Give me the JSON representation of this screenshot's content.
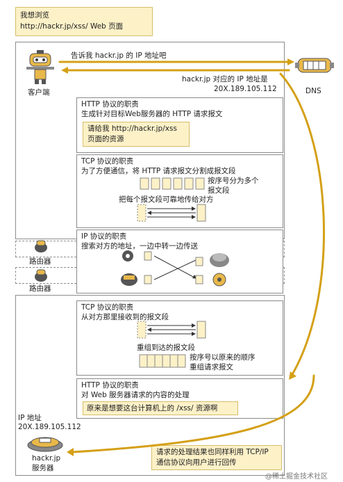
{
  "callout": {
    "line1": "我想浏览",
    "line2": "http://hackr.jp/xss/ Web 页面"
  },
  "client": {
    "label": "客户端",
    "dns_request": "告诉我 hackr.jp 的 IP 地址吧",
    "dns_response_line1": "hackr.jp 对应的 IP 地址是",
    "dns_response_line2": "20X.189.105.112"
  },
  "dns": {
    "label": "DNS"
  },
  "http_send": {
    "title": "HTTP 协议的职责",
    "desc": "生成针对目标Web服务器的 HTTP 请求报文",
    "request_line1": "请给我 http://hackr.jp/xss",
    "request_line2": "页面的资源"
  },
  "tcp_send": {
    "title": "TCP 协议的职责",
    "desc": "为了方便通信，将 HTTP 请求报文分割成报文段",
    "note_line1": "按序号分为多个",
    "note_line2": "报文段",
    "note2": "把每个报文段可靠地传给对方"
  },
  "ip": {
    "title": "IP 协议的职责",
    "desc": "搜索对方的地址，一边中转一边传送"
  },
  "routers": [
    {
      "label": "路由器"
    },
    {
      "label": "路由器"
    }
  ],
  "tcp_recv": {
    "title": "TCP 协议的职责",
    "desc": "从对方那里接收到的报文段",
    "note": "重组到达的报文段",
    "note2_line1": "按序号以原来的顺序",
    "note2_line2": "重组请求报文"
  },
  "http_recv": {
    "title": "HTTP 协议的职责",
    "desc": "对 Web 服务器请求的内容的处理",
    "result": "原来是想要这台计算机上的 /xss/ 资源啊"
  },
  "server": {
    "ip_label": "IP 地址",
    "ip_value": "20X.189.105.112",
    "name_line1": "hackr.jp",
    "name_line2": "服务器"
  },
  "footer_note": {
    "line1": "请求的处理结果也同样利用 TCP/IP",
    "line2": "通信协议向用户进行回传"
  },
  "watermark": "@稀土掘金技术社区",
  "colors": {
    "flow_arrow": "#d4a017",
    "note_bg": "#fdf1c8",
    "panel_border": "#8a8a8a"
  }
}
